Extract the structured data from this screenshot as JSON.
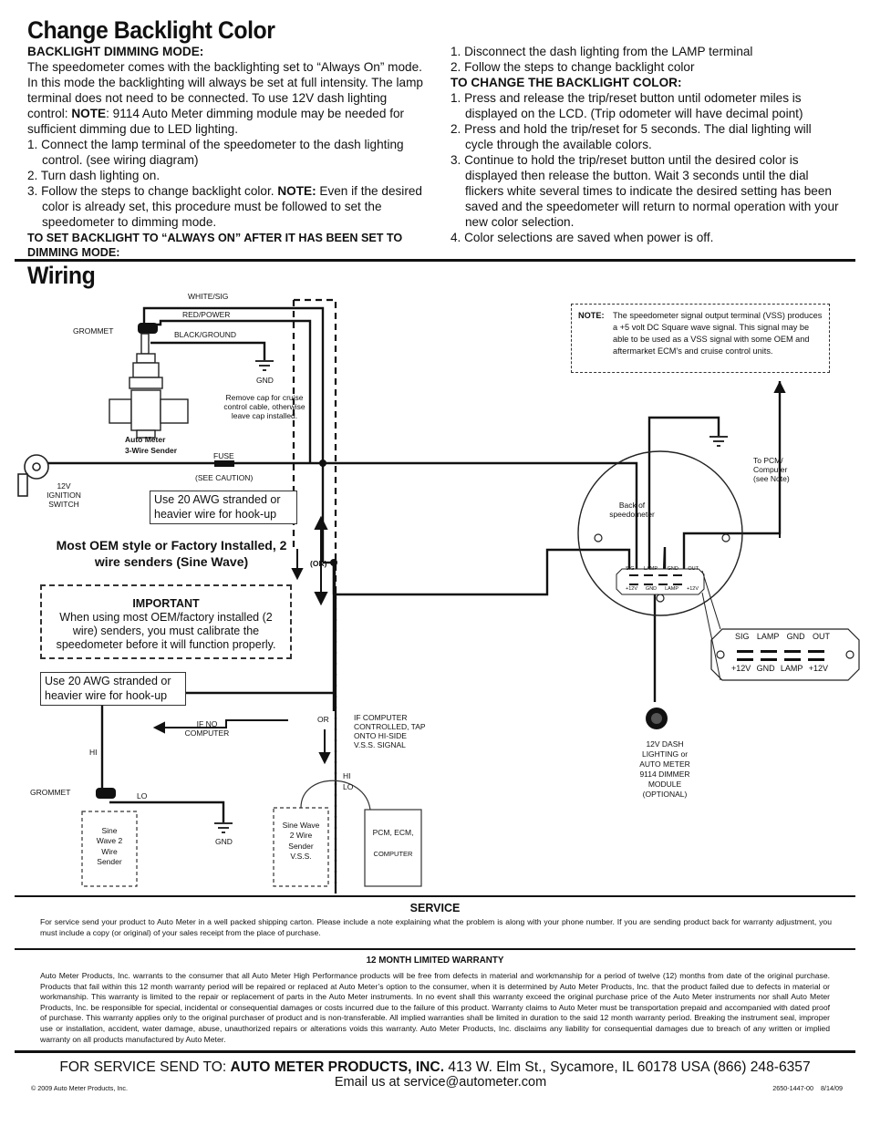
{
  "title_backlight": "Change Backlight Color",
  "left_col": {
    "heading": "BACKLIGHT DIMMING MODE:",
    "para_a": "The speedometer comes with the backlighting set to “Always On” mode. In this mode the backlighting will always be set at full intensity. The lamp terminal does not need to be connected. To use 12V dash lighting control: ",
    "para_note": "NOTE",
    "para_b": ": 9114 Auto Meter dimming module may be needed for sufficient dimming due to LED lighting.",
    "step1": "1. Connect the lamp terminal of the speedometer to the dash lighting control. (see wiring diagram)",
    "step2": "2. Turn dash lighting on.",
    "step3_a": "3. Follow the steps to change backlight color. ",
    "step3_note": "NOTE:",
    "step3_b": " Even if the desired color is already set, this procedure must be followed to set the speedometer to dimming mode.",
    "footer": "TO SET BACKLIGHT TO “ALWAYS ON” AFTER IT HAS BEEN SET TO DIMMING MODE:"
  },
  "right_col": {
    "pre1": "1. Disconnect the dash lighting from the LAMP terminal",
    "pre2": "2. Follow the steps to change backlight color",
    "heading": "TO CHANGE THE BACKLIGHT COLOR:",
    "s1": "1. Press and release the trip/reset button until odometer miles is displayed on the LCD. (Trip odometer will have decimal point)",
    "s2": "2. Press and hold the trip/reset for 5 seconds. The dial lighting will cycle through the available colors.",
    "s3": "3. Continue to hold the trip/reset button until the desired color is displayed then release the button. Wait 3 seconds until the dial flickers white several times to indicate the desired setting has been saved and the speedometer will return to normal operation with your new color selection.",
    "s4": "4. Color selections are saved when power is off."
  },
  "title_wiring": "Wiring",
  "diagram": {
    "white_sig": "WHITE/SIG",
    "red_power": "RED/POWER",
    "black_ground": "BLACK/GROUND",
    "grommet": "GROMMET",
    "gnd": "GND",
    "cruise_note": "Remove cap for cruise control cable, otherwise leave cap installed.",
    "sender_label_1": "Auto Meter",
    "sender_label_2": "3-Wire Sender",
    "fuse": "FUSE",
    "see_caution": "(SEE CAUTION)",
    "ignition": "12V IGNITION SWITCH",
    "awg_note": "Use 20 AWG stranded or heavier wire for hook-up",
    "oem_heading": "Most OEM style or Factory Installed, 2 wire senders (Sine Wave)",
    "or_mid": "(OR)",
    "important_title": "IMPORTANT",
    "important_body": "When using most OEM/factory installed (2 wire) senders, you must calibrate the speedometer before it will function properly.",
    "if_no_computer": "IF NO COMPUTER",
    "or": "OR",
    "if_computer": "IF  COMPUTER CONTROLLED, TAP ONTO HI-SIDE V.S.S. SIGNAL",
    "hi": "HI",
    "lo": "LO",
    "sine_1": "Sine Wave 2 Wire Sender",
    "sine_2": "Sine Wave 2 Wire Sender V.S.S.",
    "pcm": "PCM, ECM,",
    "computer": "COMPUTER",
    "note_label": "NOTE:",
    "note_text": "The speedometer signal output terminal (VSS) produces a +5 volt DC Square wave signal. This signal may be able to be used as a VSS signal with some OEM and aftermarket ECM’s and cruise control units.",
    "to_pcm": "To PCM/ Computer (see Note)",
    "back_of": "Back of speedometer",
    "term_top": [
      "SIG",
      "LAMP",
      "GND",
      "OUT"
    ],
    "term_bot": [
      "+12V",
      "GND",
      "LAMP",
      "+12V"
    ],
    "dash_light": "12V DASH LIGHTING or AUTO METER 9114 DIMMER MODULE (OPTIONAL)"
  },
  "service": {
    "title": "SERVICE",
    "body": "For service send your product to Auto Meter in a well packed shipping carton. Please include a note explaining what the problem is along with your phone number. If you are sending product back for warranty adjustment, you must include a copy (or original) of your sales receipt from the place of purchase."
  },
  "warranty": {
    "title": "12 MONTH LIMITED WARRANTY",
    "body": "Auto Meter Products, Inc. warrants to the consumer that all Auto Meter High Performance products will be free from defects in material and workmanship for a period of twelve (12) months from date of the original purchase. Products that fail within this 12 month warranty period will be repaired or replaced at Auto Meter’s option to the consumer, when it is determined by Auto Meter Products, Inc. that the product failed due to defects in material or workmanship. This warranty is limited to the repair or replacement of parts in the Auto Meter instruments. In no event shall this warranty exceed the original purchase price of the Auto Meter instruments nor shall Auto Meter Products, Inc. be responsible for special, incidental or consequential damages or costs incurred due to the failure of this product. Warranty claims to Auto Meter must be transportation prepaid and accompanied with dated proof of purchase. This warranty applies only to the original purchaser of product and is non-transferable. All implied warranties shall be limited in duration to the said 12 month warranty period. Breaking the instrument seal, improper use or installation, accident, water damage, abuse, unauthorized repairs or alterations voids this warranty. Auto Meter Products, Inc. disclaims any liability for consequential damages due to breach of any written or implied warranty on all products manufactured by Auto Meter."
  },
  "footer": {
    "send_to": "FOR SERVICE SEND TO: ",
    "company": "AUTO METER PRODUCTS, INC.",
    "address": " 413 W. Elm St., Sycamore, IL 60178 USA  (866) 248-6357",
    "email": "Email us at service@autometer.com",
    "copyright": "© 2009  Auto Meter Products, Inc.",
    "part": "2650-1447-00    8/14/09"
  }
}
